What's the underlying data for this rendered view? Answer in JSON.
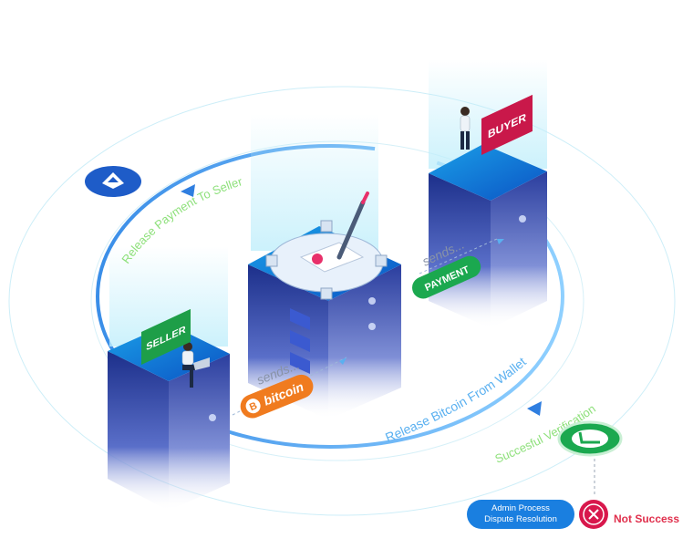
{
  "labels": {
    "buyer": "BUYER",
    "seller": "SELLER",
    "payment": "PAYMENT",
    "bitcoin": "bitcoin",
    "sends_payment": "sends...",
    "sends_bitcoin": "sends...",
    "release_payment": "Release Payment To Seller",
    "release_bitcoin": "Release Bitcoin From Wallet",
    "successful_verification": "Succesful Verification",
    "admin_process_line1": "Admin Process",
    "admin_process_line2": "Dispute Resolution",
    "not_success": "Not Success"
  },
  "icons": {
    "top_left_badge": "ethereum-logo-icon",
    "verification_badge": "check-icon",
    "fail_badge": "close-icon",
    "bitcoin_badge": "bitcoin-icon",
    "escrow": "contract-pen-icon"
  },
  "colors": {
    "buyer_tag": "#c9184a",
    "seller_tag": "#1e9e48",
    "payment_tag": "#1ba84f",
    "bitcoin_tag": "#f07b1f",
    "verify_badge": "#1ba84f",
    "fail_badge": "#d8184c",
    "admin_box": "#1a7fe0",
    "not_success_text": "#e02f4c",
    "green_text": "#8de07a",
    "blue_text": "#5ab0f0"
  }
}
